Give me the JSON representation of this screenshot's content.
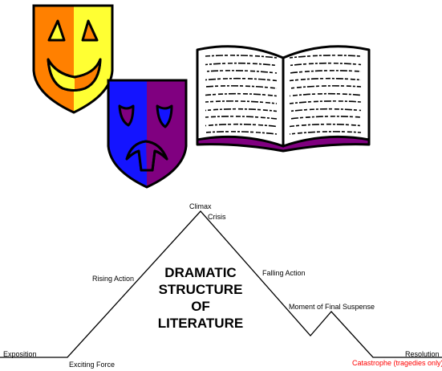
{
  "title_lines": [
    "DRAMATIC",
    "STRUCTURE",
    "OF",
    "LITERATURE"
  ],
  "labels": {
    "exposition": "Exposition",
    "exciting_force": "Exciting Force",
    "rising_action": "Rising Action",
    "climax": "Climax",
    "crisis": "Crisis",
    "falling_action": "Falling Action",
    "moment_of_final_suspense": "Moment of Final Suspense",
    "resolution": "Resolution",
    "catastrophe": "Catastrophe (tragedies only)"
  },
  "icons": {
    "comedy_mask": "comedy-mask-icon",
    "tragedy_mask": "tragedy-mask-icon",
    "book": "open-book-icon"
  },
  "colors": {
    "comedy_left": "#ff8000",
    "comedy_right": "#ffff33",
    "tragedy_left": "#1414ff",
    "tragedy_right": "#800080",
    "book_cover": "#800080",
    "catastrophe_text": "#ff0000",
    "line": "#000000"
  }
}
